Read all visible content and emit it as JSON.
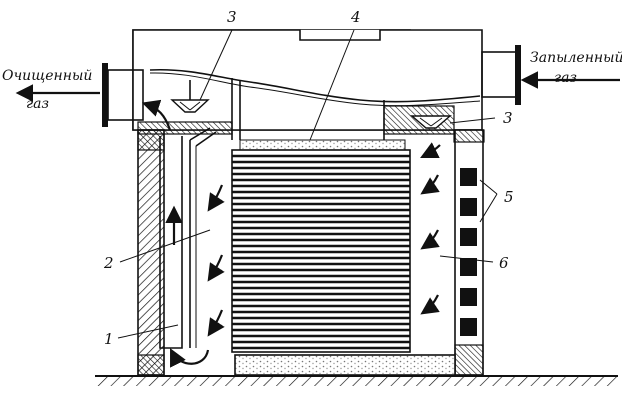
{
  "labels": {
    "inlet_line1": "Запыленный",
    "inlet_line2": "газ",
    "outlet_line1": "Очищенный",
    "outlet_line2": "газ",
    "n1": "1",
    "n2": "2",
    "n3_left": "3",
    "n3_right": "3",
    "n4": "4",
    "n5": "5",
    "n6": "6"
  },
  "icons": {
    "arrow": "flow-arrow-icon",
    "hatch": "hatched-brick-wall",
    "ground": "ground-hatch"
  },
  "colors": {
    "ink": "#111111",
    "paper": "#ffffff",
    "speckle": "#888888"
  }
}
